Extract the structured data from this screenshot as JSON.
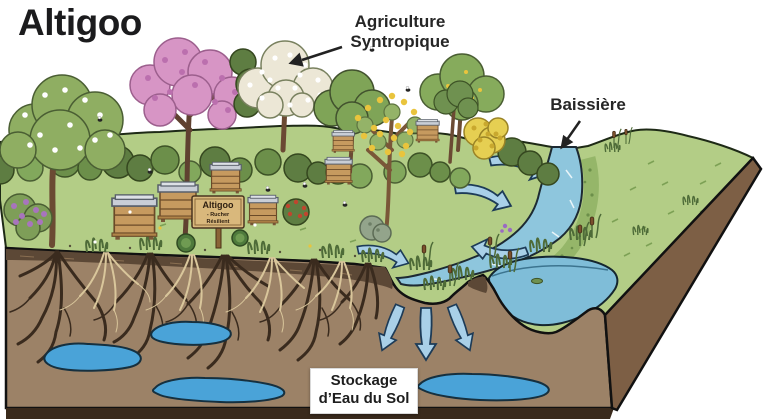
{
  "title": "Altigoo",
  "labels": {
    "agriculture": {
      "line1": "Agriculture",
      "line2": "Syntropique"
    },
    "baissiere": {
      "text": "Baissière"
    },
    "stockage": {
      "line1": "Stockage",
      "line2": "d’Eau du Sol"
    }
  },
  "sign": {
    "line1": "Altigoo",
    "line2": "- Rucher",
    "line3": "Résilient"
  },
  "scene": {
    "beehive_count": 7,
    "groundwater_pocket_count": 4,
    "infiltration_arrow_count": 3,
    "surface_flow_arrow_count": 4
  },
  "palette": {
    "title_text": "#1b1b1d",
    "label_text": "#262626",
    "meadow_green": "#b3cd86",
    "foliage_green": "#7fa457",
    "dark_foliage": "#5e7d42",
    "blossom_white": "#ece7d6",
    "blossom_pink": "#d795c5",
    "flower_yellow": "#e9c43d",
    "soil_front": "#9c8267",
    "soil_side": "#7d5f45",
    "topsoil_dark": "#5c4836",
    "root_dark": "#3a2b1e",
    "root_light": "#d9c69b",
    "water_stream": "#8ec6dd",
    "water_pond": "#7fbdd8",
    "water_ground": "#4aa3d8",
    "arrow_fill": "#a9d0e8",
    "hive_wood": "#c69a5f",
    "hive_lid": "#c9ced6",
    "sign_wood": "#d9b87c",
    "label_box_bg": "#ffffff"
  }
}
